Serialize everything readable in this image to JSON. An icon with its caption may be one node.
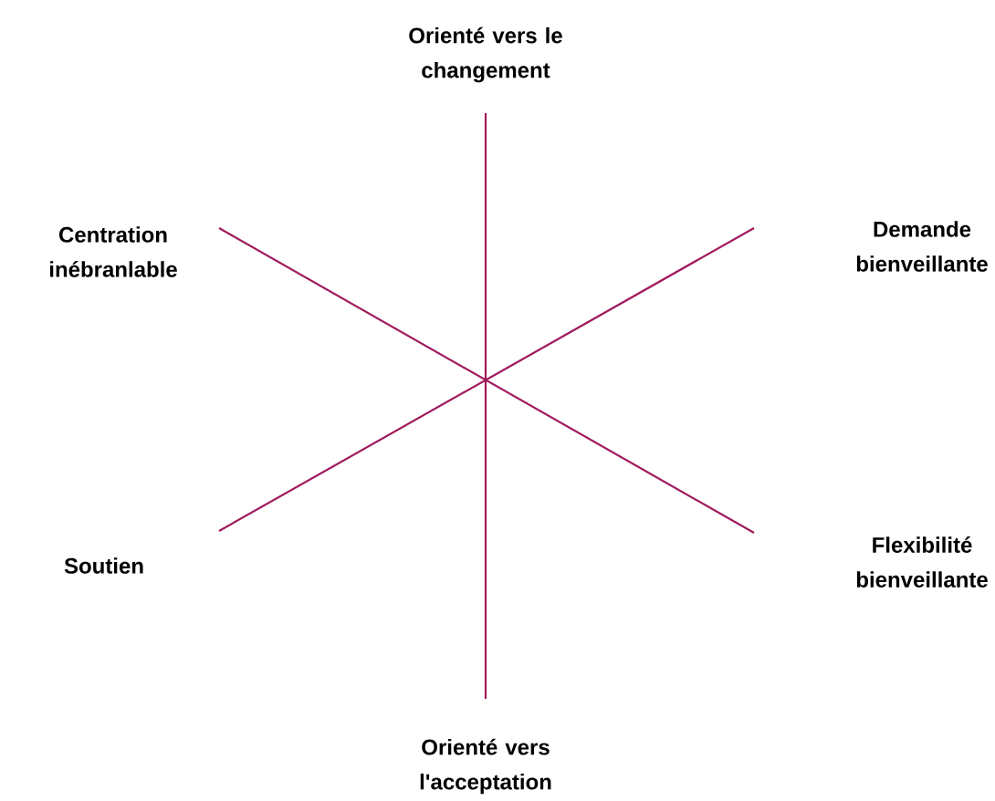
{
  "diagram": {
    "nodes": [
      {
        "text": [
          "Orienté vers le changement"
        ]
      },
      {
        "text": [
          "Centration inébranlable"
        ]
      },
      {
        "text": [
          "Demande bienveillante"
        ]
      },
      {
        "text": [
          "Soutien"
        ]
      },
      {
        "text": [
          "Flexibilité bienveillante"
        ]
      },
      {
        "text": [
          "Orienté vers l'acceptation"
        ]
      }
    ],
    "edges": [
      {
        "from": 0,
        "to": 5,
        "arrow": "none"
      },
      {
        "from": 1,
        "to": 4,
        "arrow": "none"
      },
      {
        "from": 3,
        "to": 2,
        "arrow": "none"
      }
    ]
  }
}
